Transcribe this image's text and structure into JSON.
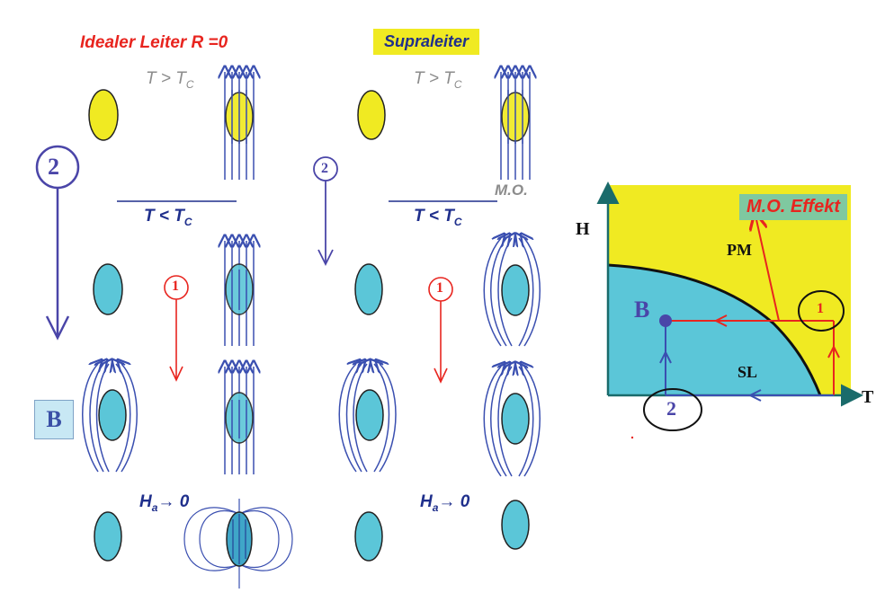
{
  "left_panel": {
    "title": "Idealer Leiter R =0",
    "t_above": "T > T",
    "t_above_sub": "C",
    "t_below": "T < T",
    "t_below_sub": "C",
    "path_2_label": "2",
    "path_1_label": "1",
    "b_label": "B",
    "ha_label": "H",
    "ha_sub": "a",
    "ha_rest": "→ 0"
  },
  "right_panel": {
    "title": "Supraleiter",
    "t_above": "T > T",
    "t_above_sub": "C",
    "t_below": "T < T",
    "t_below_sub": "C",
    "mo_label": "M.O.",
    "path_2_label": "2",
    "path_1_label": "1",
    "ha_label": "H",
    "ha_sub": "a",
    "ha_rest": "→ 0"
  },
  "phase_diagram": {
    "title": "M.O. Effekt",
    "y_axis": "H",
    "x_axis": "T",
    "region_normal": "PM",
    "region_super": "SL",
    "point_label": "B",
    "path_1": "1",
    "path_2": "2"
  },
  "colors": {
    "yellow": "#f0ea22",
    "cyan": "#5bc6d8",
    "navy": "#1f2f8c",
    "field_line": "#3a4fb0",
    "red": "#e8251f",
    "purple": "#4a45a8",
    "axis_teal": "#1a6b6b"
  }
}
